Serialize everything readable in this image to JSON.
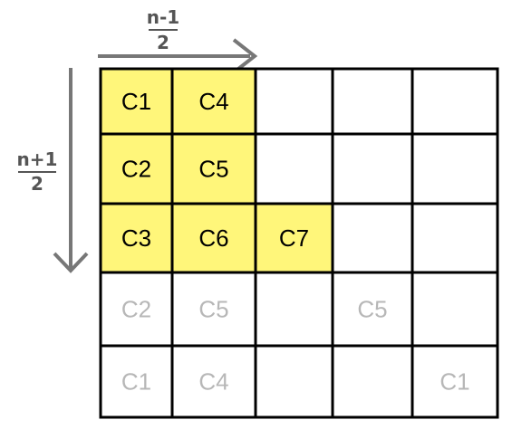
{
  "top_label": {
    "numerator": "n-1",
    "denominator": "2"
  },
  "left_label": {
    "numerator": "n+1",
    "denominator": "2"
  },
  "colors": {
    "highlight": "#fff67a",
    "grid": "#000000",
    "arrow": "#777777",
    "active_text": "#000000",
    "faded_text": "#b7b7b7"
  },
  "grid": {
    "rows": 5,
    "cols": 5,
    "cells": [
      {
        "row": 0,
        "col": 0,
        "label": "C1",
        "highlighted": true
      },
      {
        "row": 0,
        "col": 1,
        "label": "C4",
        "highlighted": true
      },
      {
        "row": 1,
        "col": 0,
        "label": "C2",
        "highlighted": true
      },
      {
        "row": 1,
        "col": 1,
        "label": "C5",
        "highlighted": true
      },
      {
        "row": 2,
        "col": 0,
        "label": "C3",
        "highlighted": true
      },
      {
        "row": 2,
        "col": 1,
        "label": "C6",
        "highlighted": true
      },
      {
        "row": 2,
        "col": 2,
        "label": "C7",
        "highlighted": true
      },
      {
        "row": 3,
        "col": 0,
        "label": "C2",
        "highlighted": false
      },
      {
        "row": 3,
        "col": 1,
        "label": "C5",
        "highlighted": false
      },
      {
        "row": 3,
        "col": 3,
        "label": "C5",
        "highlighted": false
      },
      {
        "row": 4,
        "col": 0,
        "label": "C1",
        "highlighted": false
      },
      {
        "row": 4,
        "col": 1,
        "label": "C4",
        "highlighted": false
      },
      {
        "row": 4,
        "col": 4,
        "label": "C1",
        "highlighted": false
      }
    ]
  }
}
